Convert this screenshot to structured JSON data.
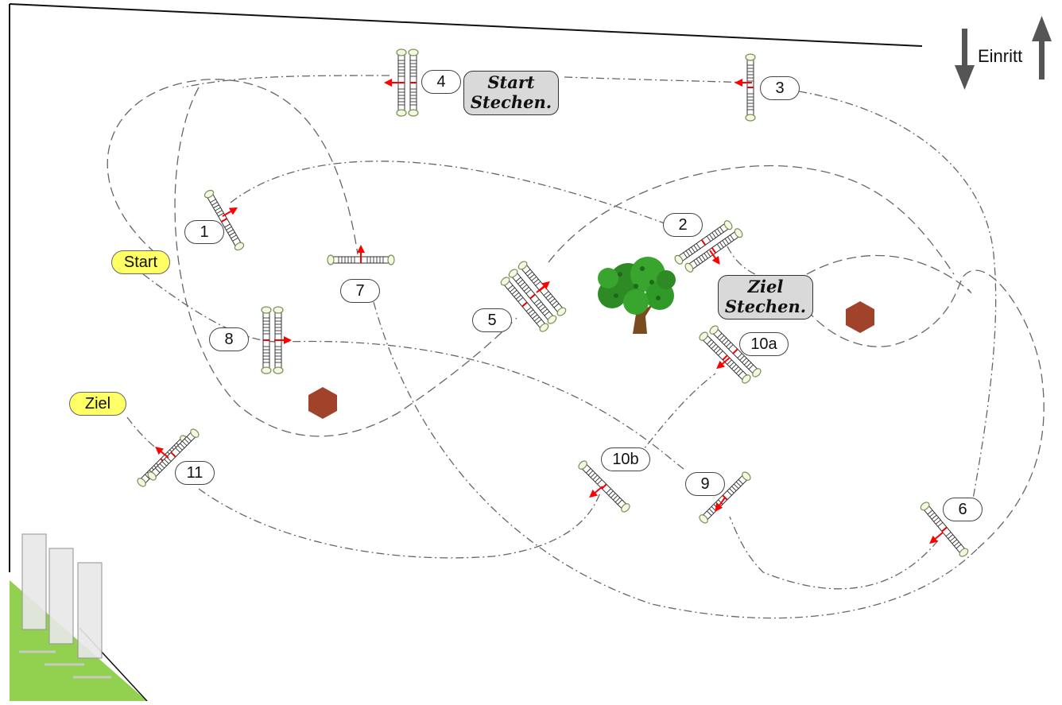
{
  "entry": {
    "label": "Einritt"
  },
  "start": "Start",
  "finish": "Ziel",
  "jumps": [
    "1",
    "2",
    "3",
    "4",
    "5",
    "6",
    "7",
    "8",
    "9",
    "10a",
    "10b",
    "11"
  ],
  "jump_off": {
    "start": [
      "Start",
      "Stechen."
    ],
    "finish": [
      "Ziel",
      "Stechen."
    ]
  },
  "colors": {
    "banner": "#ffff66",
    "jump_off_box": "#d9d9d9",
    "arrow": "#ff0000",
    "ground": "#92d050",
    "obstacle": "#a0432a",
    "tree": "#2d8a24"
  }
}
